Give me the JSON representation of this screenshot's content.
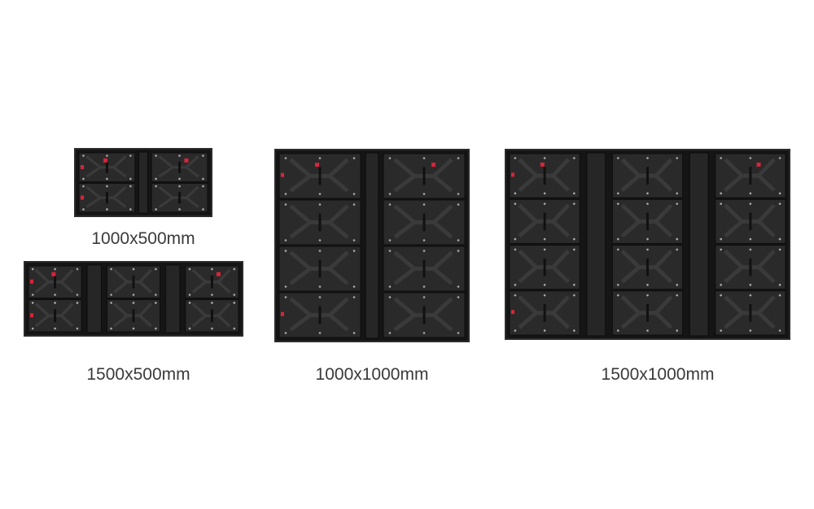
{
  "products": [
    {
      "label": "1000x500mm",
      "columns": 2,
      "rows": 2
    },
    {
      "label": "1500x500mm",
      "columns": 3,
      "rows": 2
    },
    {
      "label": "1000x1000mm",
      "columns": 2,
      "rows": 4
    },
    {
      "label": "1500x1000mm",
      "columns": 3,
      "rows": 4
    }
  ],
  "colors": {
    "frame": "#151515",
    "module": "#2a2a2a",
    "accent": "#d8243a",
    "label": "#3a3a3a"
  }
}
